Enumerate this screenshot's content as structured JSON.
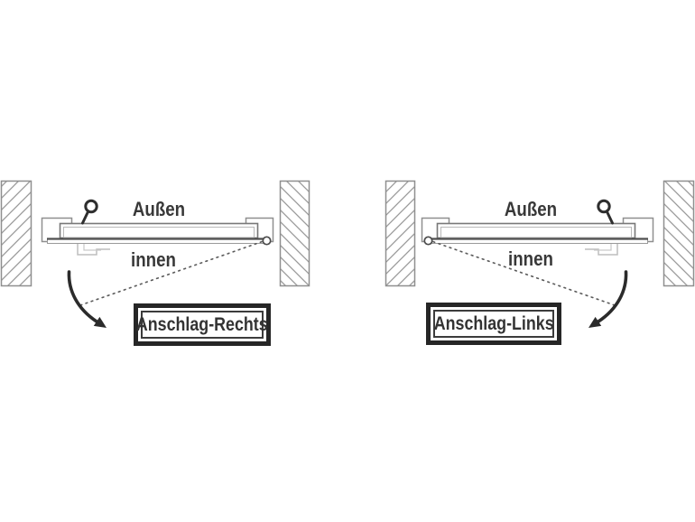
{
  "background_color": "#ffffff",
  "diagrams": [
    {
      "name": "anschlag-rechts",
      "hinge_side": "right",
      "outside_label": "Außen",
      "inside_label": "innen",
      "caption": "Anschlag-Rechts"
    },
    {
      "name": "anschlag-links",
      "hinge_side": "left",
      "outside_label": "Außen",
      "inside_label": "innen",
      "caption": "Anschlag-Links"
    }
  ],
  "icons": {
    "door_knob": "circle-with-stem",
    "swing_arrow": "curved-arrow-down",
    "hinge_pivot": "small-circle",
    "wall_hatch": "diagonal-hatching"
  },
  "colors": {
    "line_gray": "#8f8f8f",
    "hatch_gray": "#9a9a9a",
    "dark_ink": "#2b2b2b",
    "text": "#383838",
    "caption_border": "#262626",
    "background": "#ffffff"
  }
}
